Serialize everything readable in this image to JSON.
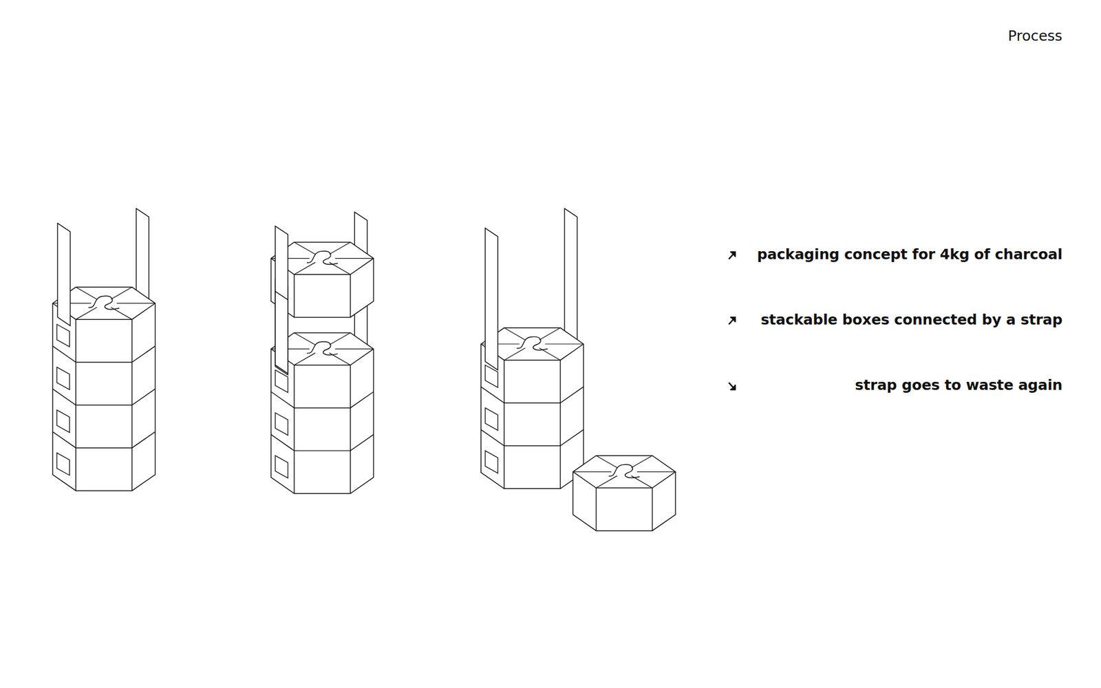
{
  "diagram": {
    "title": "Process",
    "labels": [
      "packaging concept for 4kg of charcoal",
      "stackable boxes connected by a strap",
      "strap goes to waste again"
    ]
  }
}
